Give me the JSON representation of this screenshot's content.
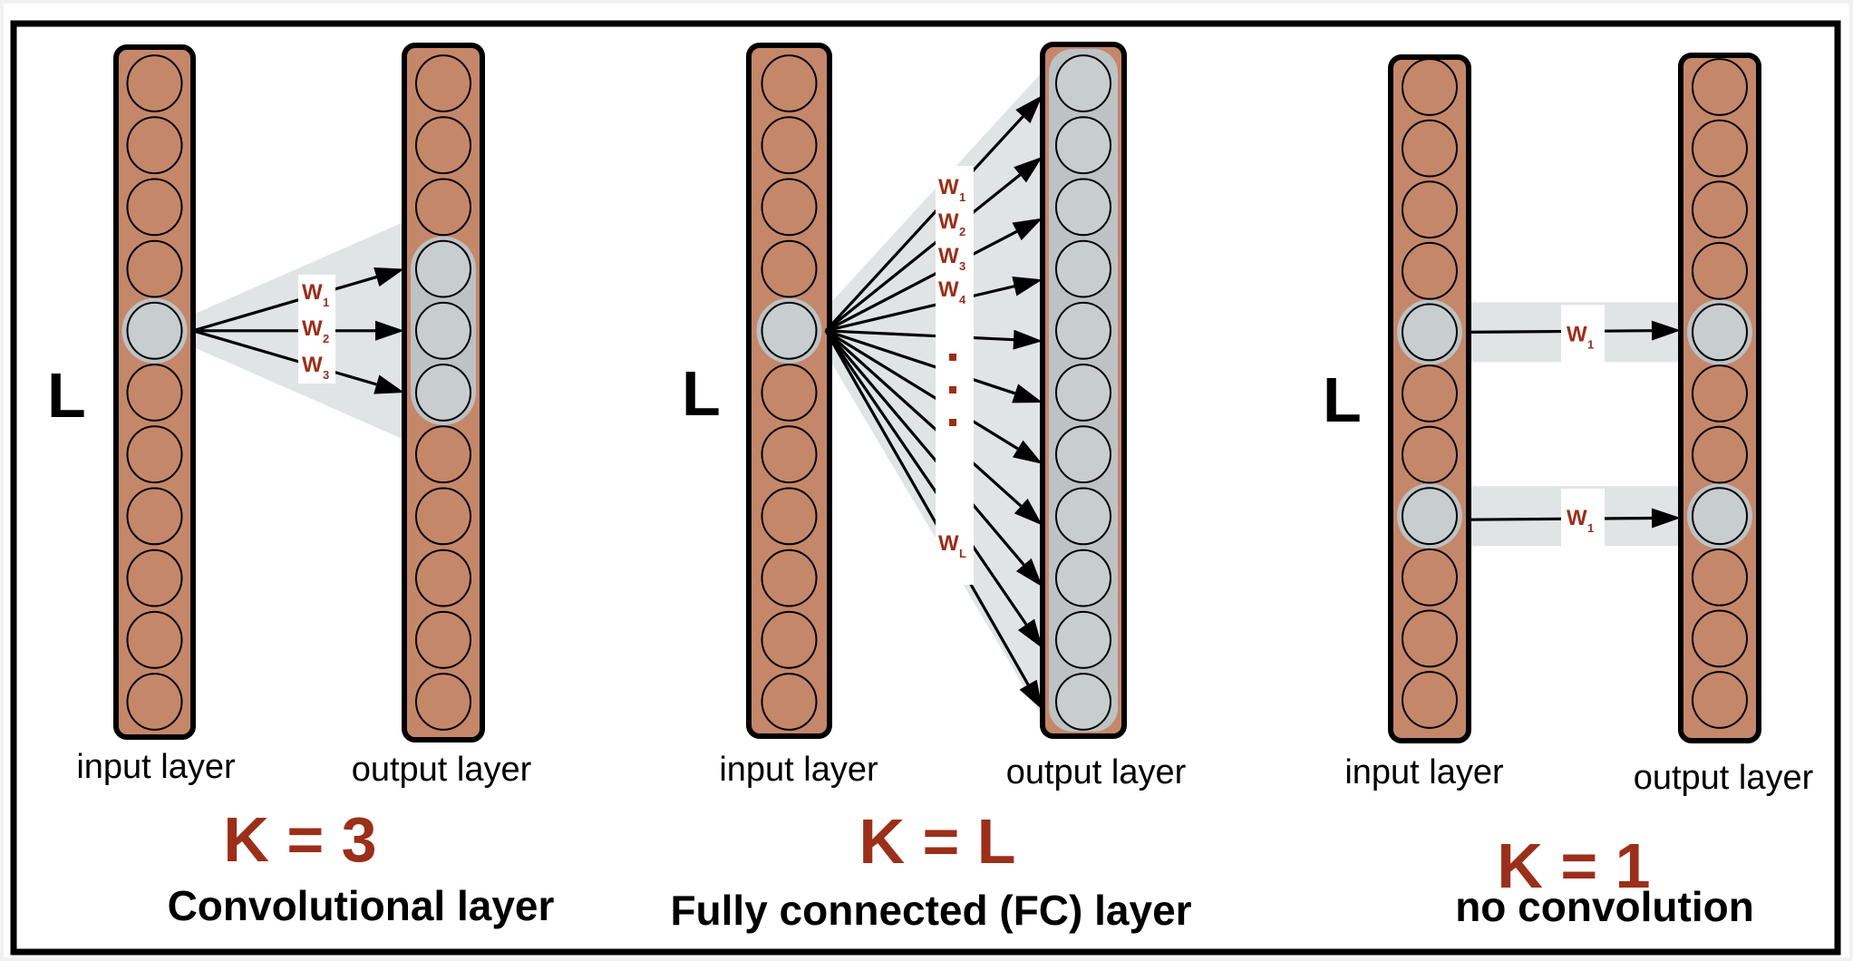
{
  "figure": {
    "colors": {
      "column_fill": "#c5876a",
      "column_outline": "#000000",
      "active_neuron": "#c8cdd0",
      "neuron_halo": "#bdc2c4",
      "connection_band": "#e1e4e5",
      "weight_text": "#9b2f1a",
      "k_text": "#9b2f1a"
    },
    "panels": [
      {
        "id": "convolutional",
        "side_label": "L",
        "input_label": "input layer",
        "output_label": "output layer",
        "k_label": "K = 3",
        "title": "Convolutional layer",
        "neurons_per_layer": 11,
        "input_active": [
          4
        ],
        "output_active": [
          3,
          4,
          5
        ],
        "connections": [
          {
            "from": 4,
            "to": 3,
            "weight": "W",
            "sub": "1"
          },
          {
            "from": 4,
            "to": 4,
            "weight": "W",
            "sub": "2"
          },
          {
            "from": 4,
            "to": 5,
            "weight": "W",
            "sub": "3"
          }
        ]
      },
      {
        "id": "fully-connected",
        "side_label": "L",
        "input_label": "input layer",
        "output_label": "output layer",
        "k_label": "K = L",
        "title": "Fully connected (FC) layer",
        "neurons_per_layer": 11,
        "input_active": [
          4
        ],
        "output_active": [
          0,
          1,
          2,
          3,
          4,
          5,
          6,
          7,
          8,
          9,
          10
        ],
        "weight_labels": [
          {
            "weight": "W",
            "sub": "1"
          },
          {
            "weight": "W",
            "sub": "2"
          },
          {
            "weight": "W",
            "sub": "3"
          },
          {
            "weight": "W",
            "sub": "4"
          },
          {
            "weight": "W",
            "sub": "L"
          }
        ],
        "ellipsis_dots": 3
      },
      {
        "id": "no-convolution",
        "side_label": "L",
        "input_label": "input layer",
        "output_label": "output layer",
        "k_label": "K = 1",
        "title": "no convolution",
        "neurons_per_layer": 11,
        "input_active": [
          4,
          7
        ],
        "output_active": [
          4,
          7
        ],
        "connections": [
          {
            "from": 4,
            "to": 4,
            "weight": "W",
            "sub": "1"
          },
          {
            "from": 7,
            "to": 7,
            "weight": "W",
            "sub": "1"
          }
        ]
      }
    ]
  }
}
